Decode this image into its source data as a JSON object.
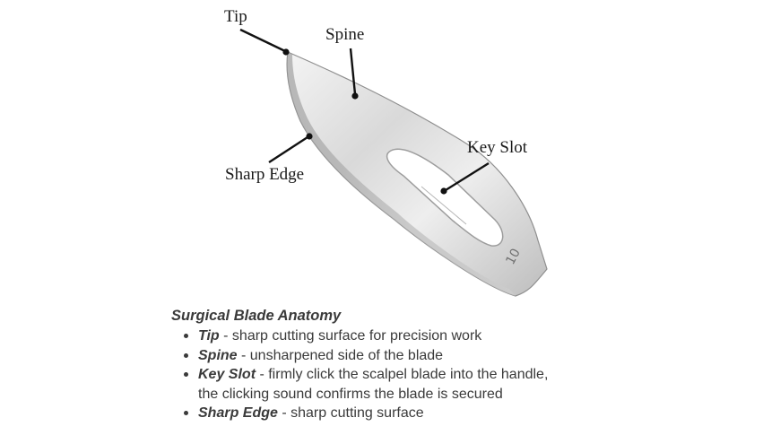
{
  "callouts": {
    "tip": "Tip",
    "spine": "Spine",
    "key_slot": "Key Slot",
    "sharp_edge": "Sharp Edge"
  },
  "blade": {
    "number": "10"
  },
  "legend": {
    "title": "Surgical Blade Anatomy",
    "items": [
      {
        "term": "Tip",
        "description": " - sharp cutting surface for precision work"
      },
      {
        "term": "Spine",
        "description": " - unsharpened side of the blade"
      },
      {
        "term": "Key Slot",
        "description": " - firmly click the scalpel blade into the handle,",
        "continuation": "the clicking sound confirms the blade is secured"
      },
      {
        "term": "Sharp Edge",
        "description": " - sharp cutting surface"
      }
    ]
  }
}
